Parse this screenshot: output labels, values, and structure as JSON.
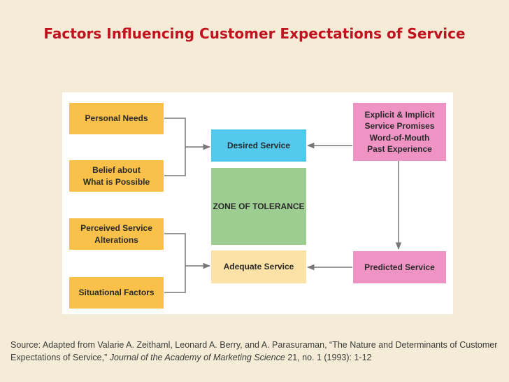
{
  "title": "Factors Influencing Customer Expectations of Service",
  "diagram": {
    "left_boxes": {
      "personal_needs": "Personal Needs",
      "belief_line1": "Belief about",
      "belief_line2": "What is Possible",
      "perceived_line1": "Perceived Service",
      "perceived_line2": "Alterations",
      "situational": "Situational Factors"
    },
    "center_boxes": {
      "desired": "Desired Service",
      "zone": "ZONE OF TOLERANCE",
      "adequate": "Adequate Service"
    },
    "right_boxes": {
      "promises_line1": "Explicit & Implicit",
      "promises_line2": "Service Promises",
      "promises_line3": "Word-of-Mouth",
      "promises_line4": "Past Experience",
      "predicted": "Predicted Service"
    },
    "colors": {
      "left_box": "#f9c14a",
      "desired": "#55c8ee",
      "zone": "#9dcd91",
      "adequate": "#fce2a6",
      "right_box": "#ef93c4",
      "title": "#c1121f"
    }
  },
  "source": {
    "prefix": "Source: Adapted from Valarie A. Zeithaml, Leonard A. Berry, and A. Parasuraman, “The Nature and Determinants of Customer Expectations of Service,” ",
    "journal": "Journal of the Academy of Marketing Science",
    "suffix": " 21, no. 1 (1993): 1-12"
  }
}
